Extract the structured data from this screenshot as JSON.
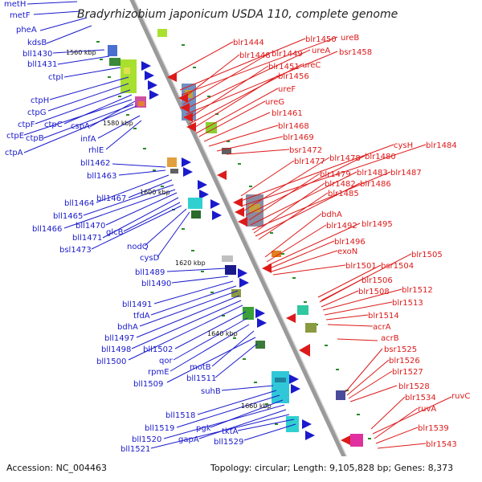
{
  "title": "Bradyrhizobium japonicum USDA 110, complete genome",
  "footer": {
    "accession": "Accession: NC_004463",
    "summary": "Topology: circular; Length: 9,105,828 bp; Genes: 8,373"
  },
  "colors": {
    "left_strand": "#1a1acc",
    "right_strand": "#dd1a1a",
    "backbone": "#9a9a9a",
    "ticks": "#2a8a2a"
  },
  "position_markers": [
    "1560 kbp",
    "1580 kbp",
    "1600 kbp",
    "1620 kbp",
    "1640 kbp",
    "1660 kbp"
  ],
  "left_labels": [
    "metH",
    "metF",
    "pheA",
    "kdsB",
    "bll1430",
    "bll1431",
    "ctpI",
    "ctpH",
    "ctpG",
    "ctpF",
    "ctpC",
    "cspA",
    "ctpE",
    "ctpB",
    "ctpA",
    "infA",
    "rhlE",
    "bll1462",
    "bll1463",
    "bll1464",
    "bll1467",
    "bll1465",
    "bll1466",
    "bll1470",
    "bll1471",
    "glcB",
    "bsl1473",
    "nodQ",
    "cysD",
    "bll1489",
    "bll1490",
    "bll1491",
    "tfdA",
    "bdhA",
    "bll1497",
    "bll1498",
    "bll1500",
    "bll1502",
    "qor",
    "rpmE",
    "motB",
    "bll1509",
    "bll1511",
    "suhB",
    "bll1518",
    "bll1519",
    "pgk",
    "bll1520",
    "gapA",
    "bll1521",
    "tktA",
    "bll1529"
  ],
  "right_labels": [
    "blr1444",
    "blr1450",
    "ureB",
    "blr1448",
    "blr1449",
    "ureA",
    "bsr1458",
    "blr1451",
    "ureC",
    "blr1456",
    "ureF",
    "ureG",
    "blr1461",
    "blr1468",
    "blr1469",
    "cysH",
    "blr1484",
    "bsr1472",
    "blr1478",
    "blr1480",
    "blr1477",
    "blr1479",
    "blr1483",
    "blr1487",
    "blr1482",
    "blr1486",
    "blr1485",
    "bdhA",
    "blr1492",
    "blr1495",
    "blr1496",
    "blr1505",
    "exoN",
    "blr1501",
    "bsr1504",
    "blr1506",
    "blr1508",
    "blr1512",
    "blr1513",
    "blr1514",
    "acrA",
    "acrB",
    "bsr1525",
    "blr1526",
    "blr1527",
    "blr1528",
    "blr1534",
    "ruvC",
    "ruvA",
    "blr1539",
    "blr1543"
  ]
}
